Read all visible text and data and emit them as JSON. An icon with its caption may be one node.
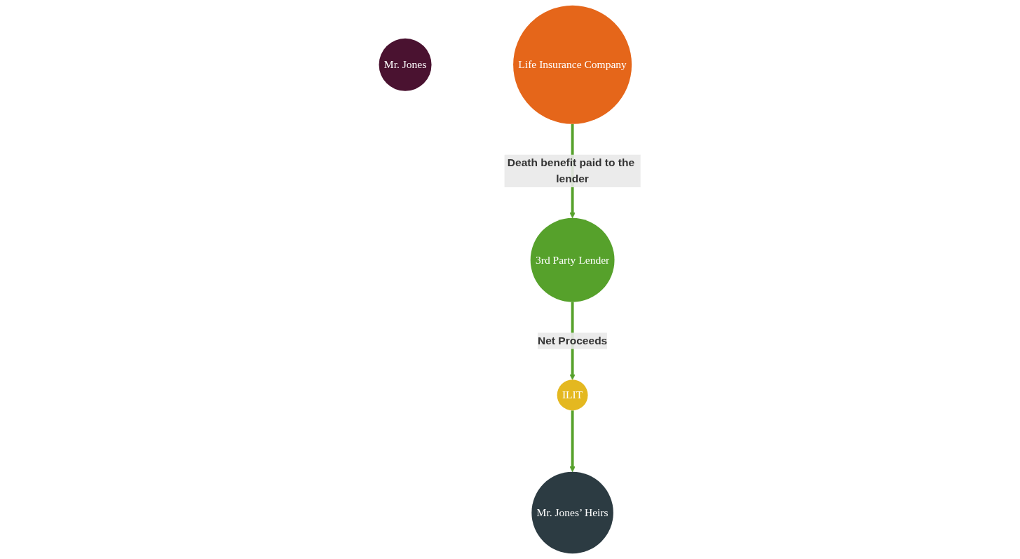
{
  "diagram": {
    "nodes": [
      {
        "text": [
          "Mr. Jones"
        ]
      },
      {
        "text": [
          "ILIT"
        ]
      },
      {
        "text": [
          "Life Insurance Company"
        ]
      },
      {
        "text": [
          "Mr. Jones’ Heirs"
        ]
      },
      {
        "text": [
          "3rd Party Lender"
        ]
      }
    ],
    "edges": [
      {
        "from": 1,
        "to": 3,
        "arrow": "to"
      },
      {
        "from": 4,
        "to": 1,
        "arrow": "to",
        "label": "Net Proceeds"
      },
      {
        "from": 2,
        "to": 4,
        "arrow": "to",
        "label": "Death benefit paid to the lender"
      }
    ]
  }
}
